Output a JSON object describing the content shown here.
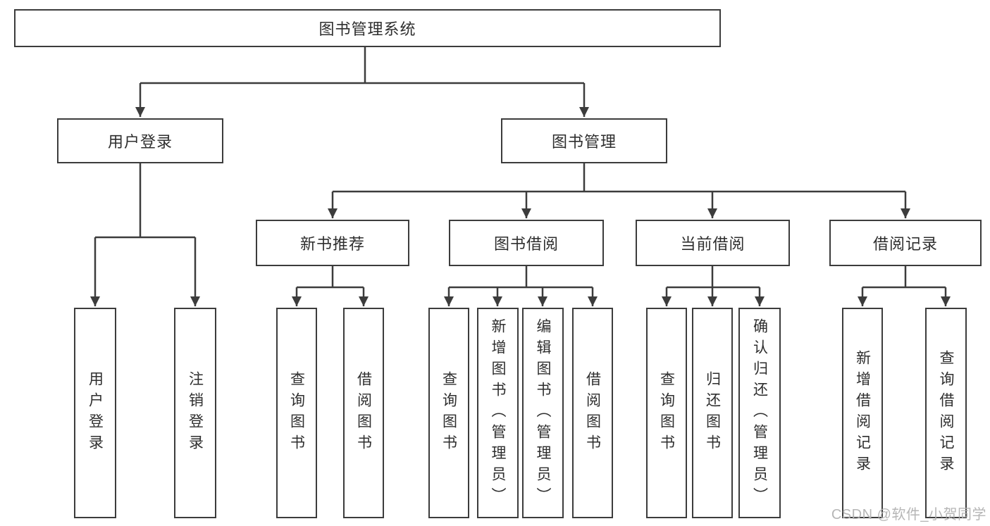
{
  "diagram": {
    "colors": {
      "line": "#3c3c3c",
      "box_border": "#3c3c3c",
      "box_background": "#ffffff",
      "text": "#2e2e2e",
      "watermark_text": "#b2b2b2",
      "page_background": "#ffffff"
    },
    "tree": {
      "label": "图书管理系统",
      "children": [
        {
          "label": "用户登录",
          "children": [
            {
              "label": "用户登录"
            },
            {
              "label": "注销登录"
            }
          ]
        },
        {
          "label": "图书管理",
          "children": [
            {
              "label": "新书推荐",
              "children": [
                {
                  "label": "查询图书"
                },
                {
                  "label": "借阅图书"
                }
              ]
            },
            {
              "label": "图书借阅",
              "children": [
                {
                  "label": "查询图书"
                },
                {
                  "label": "新增图书（管理员）"
                },
                {
                  "label": "编辑图书（管理员）"
                },
                {
                  "label": "借阅图书"
                }
              ]
            },
            {
              "label": "当前借阅",
              "children": [
                {
                  "label": "查询图书"
                },
                {
                  "label": "归还图书"
                },
                {
                  "label": "确认归还（管理员）"
                }
              ]
            },
            {
              "label": "借阅记录",
              "children": [
                {
                  "label": "新增借阅记录"
                },
                {
                  "label": "查询借阅记录"
                }
              ]
            }
          ]
        }
      ]
    },
    "watermark": {
      "text": "CSDN @软件_小贺同学"
    }
  }
}
